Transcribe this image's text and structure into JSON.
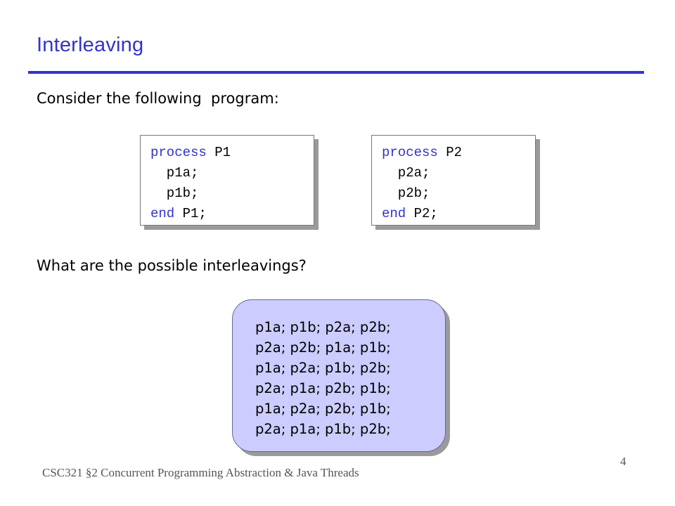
{
  "slide": {
    "title": "Interleaving",
    "intro_text": "Consider the following  program:",
    "question_text": "What are the possible interleavings?",
    "footer_text": "CSC321 §2 Concurrent Programming Abstraction & Java Threads",
    "page_number": "4"
  },
  "code": {
    "p1": {
      "kw_process": "process",
      "header_name": " P1",
      "line1": "  p1a;",
      "line2": "  p1b;",
      "kw_end": "end",
      "end_name": " P1;"
    },
    "p2": {
      "kw_process": "process",
      "header_name": " P2",
      "line1": "  p2a;",
      "line2": "  p2b;",
      "kw_end": "end",
      "end_name": " P2;"
    }
  },
  "interleavings": [
    "p1a; p1b; p2a; p2b;",
    "p2a; p2b; p1a; p1b;",
    "p1a; p2a; p1b; p2b;",
    "p2a; p1a; p2b; p1b;",
    "p1a; p2a; p2b; p1b;",
    "p2a; p1a; p1b; p2b;"
  ],
  "colors": {
    "title": "#3333cc",
    "keyword": "#3333cc",
    "answer_fill": "#ccccff",
    "footer": "#555555"
  }
}
